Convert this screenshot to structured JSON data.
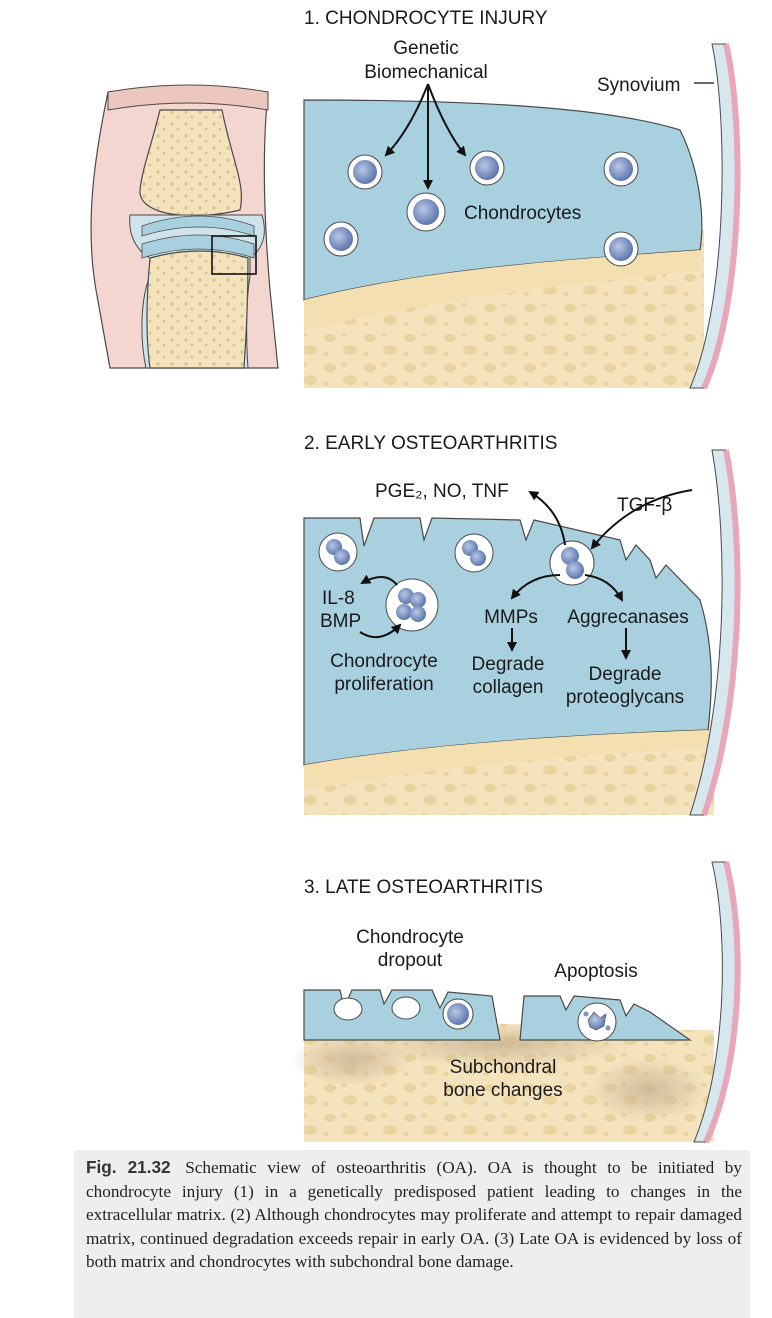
{
  "colors": {
    "cartilage": "#a9d0df",
    "bone": "#f4e3bd",
    "bone_pore": "#ead3a0",
    "synovium": "#e9a6b8",
    "cell": "#7b94c4",
    "outline": "#4a4a4a",
    "caption_bg": "#eeeeee"
  },
  "panel1": {
    "title": "1. CHONDROCYTE INJURY",
    "cause_line1": "Genetic",
    "cause_line2": "Biomechanical",
    "cells_label": "Chondrocytes",
    "synovium_label": "Synovium"
  },
  "panel2": {
    "title": "2. EARLY OSTEOARTHRITIS",
    "mediators": "PGE₂, NO, TNF",
    "tgf": "TGF-β",
    "il8": "IL-8",
    "bmp": "BMP",
    "prolif_line1": "Chondrocyte",
    "prolif_line2": "proliferation",
    "mmps": "MMPs",
    "aggrecanases": "Aggrecanases",
    "collagen_line1": "Degrade",
    "collagen_line2": "collagen",
    "proteo_line1": "Degrade",
    "proteo_line2": "proteoglycans"
  },
  "panel3": {
    "title": "3. LATE OSTEOARTHRITIS",
    "dropout_line1": "Chondrocyte",
    "dropout_line2": "dropout",
    "apoptosis": "Apoptosis",
    "bone_line1": "Subchondral",
    "bone_line2": "bone changes"
  },
  "caption": {
    "figure_number": "Fig. 21.32",
    "text": "Schematic view of osteoarthritis (OA). OA is thought to be initiated by chondrocyte injury (1) in a genetically predisposed patient leading to changes in the extracellular matrix. (2) Although chondrocytes may proliferate and attempt to repair damaged matrix, continued degradation exceeds repair in early OA. (3) Late OA is evidenced by loss of both matrix and chondrocytes with subchondral bone damage."
  }
}
